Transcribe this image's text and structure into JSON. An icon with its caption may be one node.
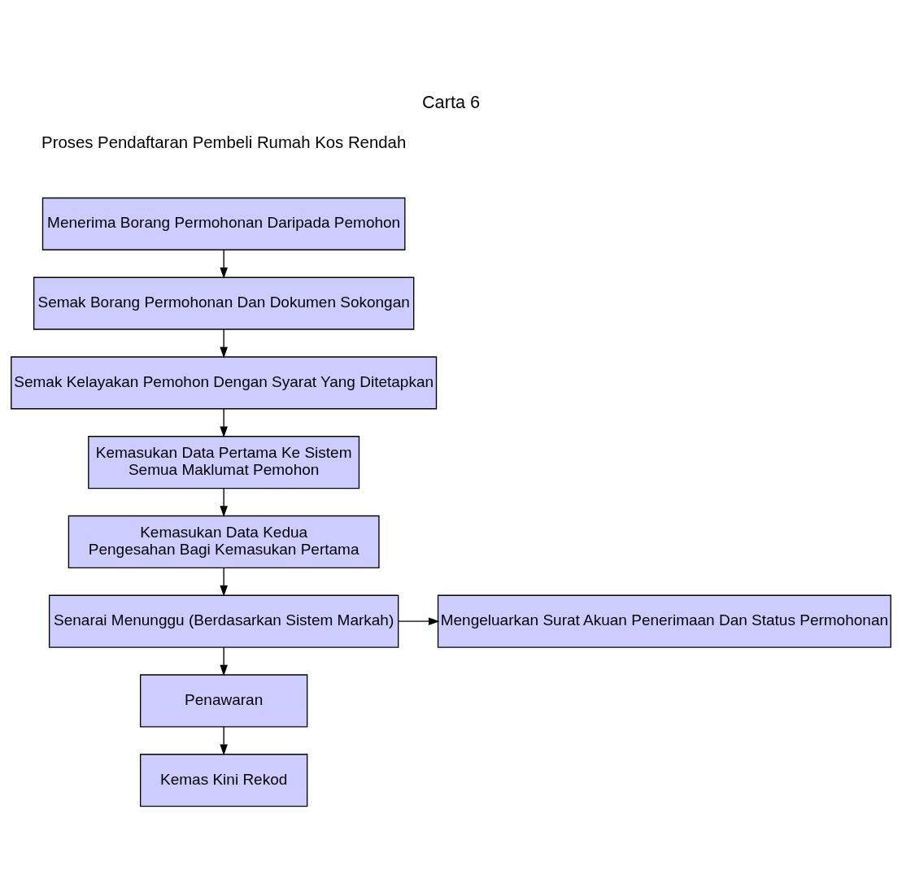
{
  "diagram": {
    "title": "Carta 6",
    "nodes": [
      {
        "text": [
          "Menerima Borang Permohonan Daripada Pemohon"
        ]
      },
      {
        "text": [
          "Semak Borang Permohonan Dan Dokumen Sokongan"
        ]
      },
      {
        "text": [
          "Semak Kelayakan Pemohon Dengan Syarat Yang Ditetapkan"
        ]
      },
      {
        "text": [
          "Kemasukan Data Pertama Ke Sistem",
          "Semua Maklumat Pemohon"
        ]
      },
      {
        "text": [
          "Kemasukan Data Kedua",
          "Pengesahan Bagi Kemasukan Pertama"
        ]
      },
      {
        "text": [
          "Senarai Menunggu (Berdasarkan Sistem Markah)"
        ]
      },
      {
        "text": [
          "Mengeluarkan Surat Akuan Penerimaan Dan Status Permohonan"
        ]
      },
      {
        "text": [
          "Penawaran"
        ]
      },
      {
        "text": [
          "Kemas Kini Rekod"
        ]
      }
    ],
    "edges": [
      {
        "from": 0,
        "to": 1,
        "arrow": "to"
      },
      {
        "from": 1,
        "to": 2,
        "arrow": "to"
      },
      {
        "from": 2,
        "to": 3,
        "arrow": "to"
      },
      {
        "from": 3,
        "to": 4,
        "arrow": "to"
      },
      {
        "from": 4,
        "to": 5,
        "arrow": "to"
      },
      {
        "from": 5,
        "to": 6,
        "arrow": "to"
      },
      {
        "from": 5,
        "to": 7,
        "arrow": "to"
      },
      {
        "from": 7,
        "to": 8,
        "arrow": "to"
      }
    ],
    "labels": [
      "Proses Pendaftaran Pembeli Rumah Kos Rendah"
    ]
  }
}
